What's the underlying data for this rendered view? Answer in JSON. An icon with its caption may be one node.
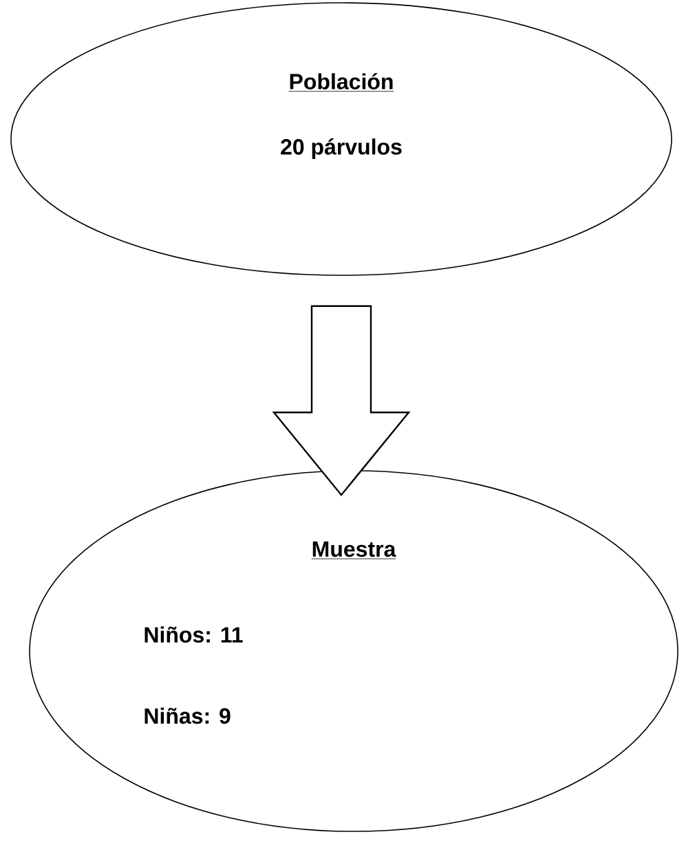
{
  "diagram": {
    "nodes": [
      {
        "text": [
          "Población",
          "20 párvulos"
        ]
      },
      {
        "text": [
          "Muestra",
          "Niños: 11",
          "Niñas: 9"
        ]
      }
    ],
    "edges": [
      {
        "from": 0,
        "to": 1,
        "arrow": "to",
        "style": "thick"
      }
    ]
  }
}
